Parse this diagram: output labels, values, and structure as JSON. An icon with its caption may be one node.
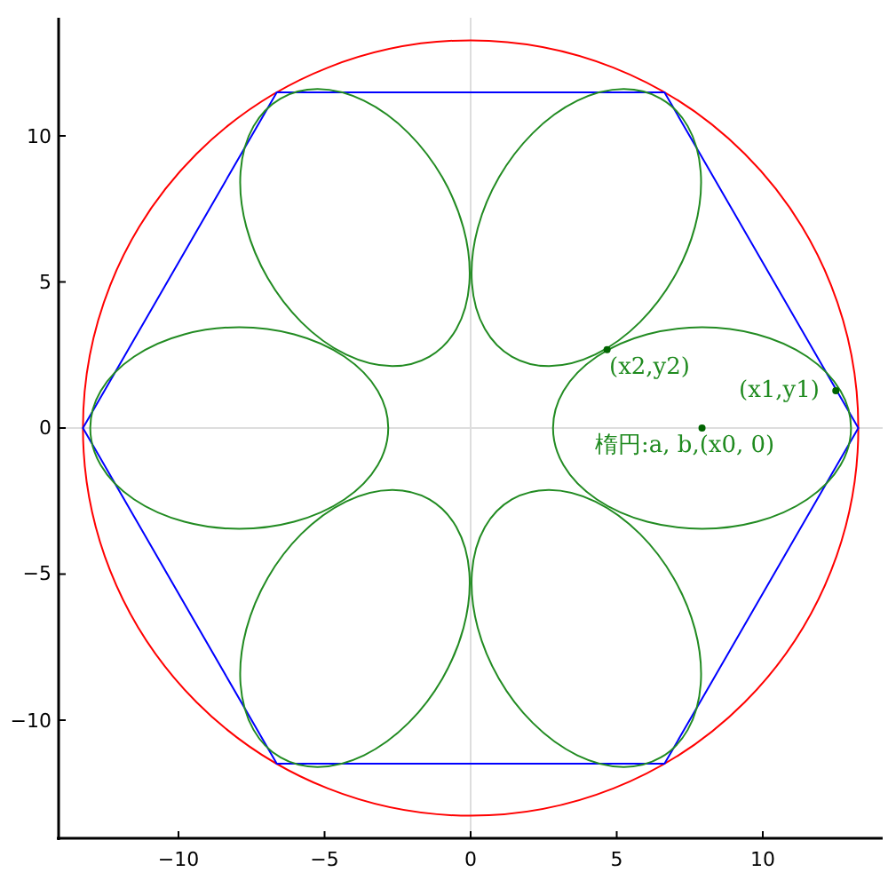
{
  "diagram": {
    "labels": [
      "10",
      "5",
      "0",
      "−5",
      "−10",
      "−10",
      "−5",
      "0",
      "5",
      "10",
      "(x2,y2)",
      "(x1,y1)",
      "楕円:a, b,(x0, 0)"
    ]
  }
}
